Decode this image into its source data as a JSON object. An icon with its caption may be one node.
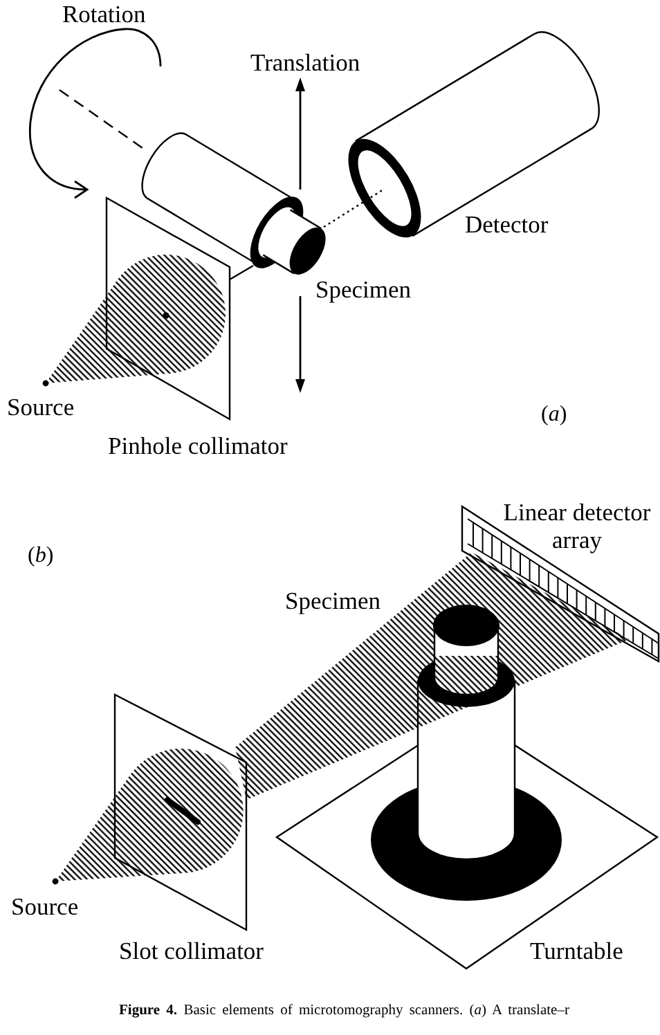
{
  "diagram": {
    "caption": "**Figure 4.** Basic elements of microtomography scanners. (*a*) A translate–r",
    "labels": [
      "Rotation",
      "Translation",
      "Detector",
      "Specimen",
      "Source",
      "(*a*)",
      "Pinhole collimator",
      "Linear detector array",
      "(*b*)",
      "Specimen",
      "Source",
      "Slot collimator",
      "Turntable"
    ]
  }
}
